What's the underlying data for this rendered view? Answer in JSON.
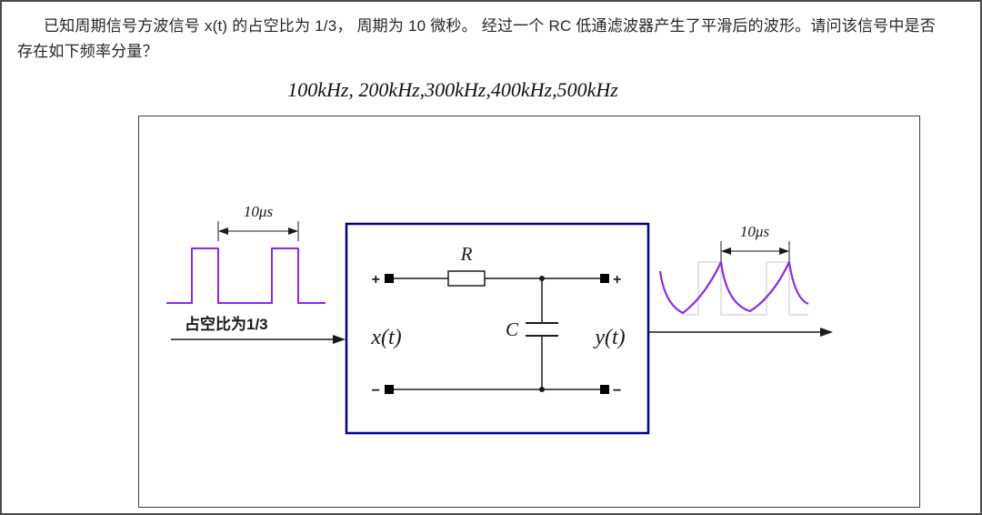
{
  "page": {
    "question_line1": "已知周期信号方波信号 x(t) 的占空比为 1/3， 周期为 10 微秒。 经过一个 RC 低通滤波器产生了平滑后的波形。请问该信号中是否",
    "question_line2": "存在如下频率分量？",
    "frequency_list": "100kHz, 200kHz,300kHz,400kHz,500kHz"
  },
  "diagram": {
    "input": {
      "period_label": "10μs",
      "duty_cycle_label": "占空比为1/3",
      "signal_label": "x(t)"
    },
    "circuit": {
      "resistor_label": "R",
      "capacitor_label": "C",
      "plus": "+",
      "minus": "−"
    },
    "output": {
      "period_label": "10μs",
      "signal_label": "y(t)"
    }
  },
  "colors": {
    "waveform": "#8a2be2",
    "duty_text": "#ff0000",
    "filter_box": "#00008b",
    "ink": "#1a1a1a",
    "ghost": "#c9c9c9"
  }
}
